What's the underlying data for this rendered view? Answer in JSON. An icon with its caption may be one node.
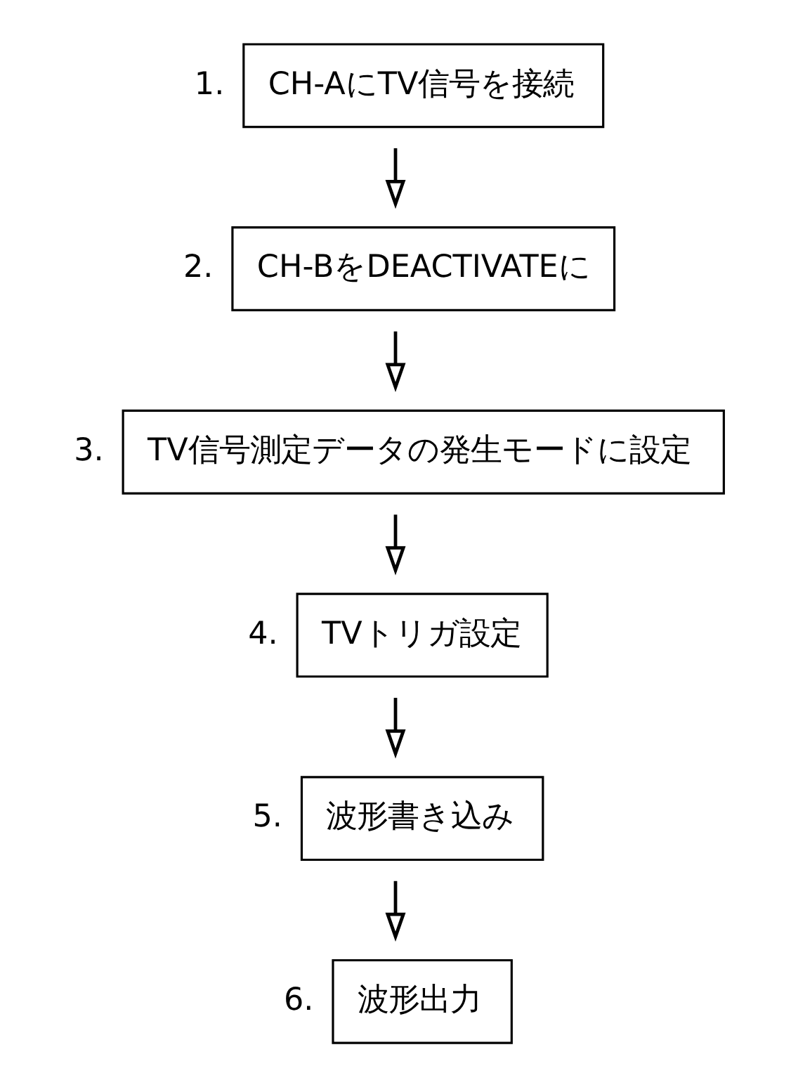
{
  "diagram": {
    "nodes": [
      {
        "text": [
          "CH-AにTV信号を接続"
        ],
        "beside": [
          "1."
        ]
      },
      {
        "text": [
          "CH-BをDEACTIVATEに"
        ],
        "beside": [
          "2."
        ]
      },
      {
        "text": [
          "TV信号測定データの発生モードに設定"
        ],
        "beside": [
          "3."
        ]
      },
      {
        "text": [
          "TVトリガ設定"
        ],
        "beside": [
          "4."
        ]
      },
      {
        "text": [
          "波形書き込み"
        ],
        "beside": [
          "5."
        ]
      },
      {
        "text": [
          "波形出力"
        ],
        "beside": [
          "6."
        ]
      }
    ],
    "edges": [
      {
        "from": 0,
        "to": 1,
        "arrow": "to"
      },
      {
        "from": 1,
        "to": 2,
        "arrow": "to"
      },
      {
        "from": 2,
        "to": 3,
        "arrow": "to"
      },
      {
        "from": 3,
        "to": 4,
        "arrow": "to"
      },
      {
        "from": 4,
        "to": 5,
        "arrow": "to"
      }
    ]
  }
}
